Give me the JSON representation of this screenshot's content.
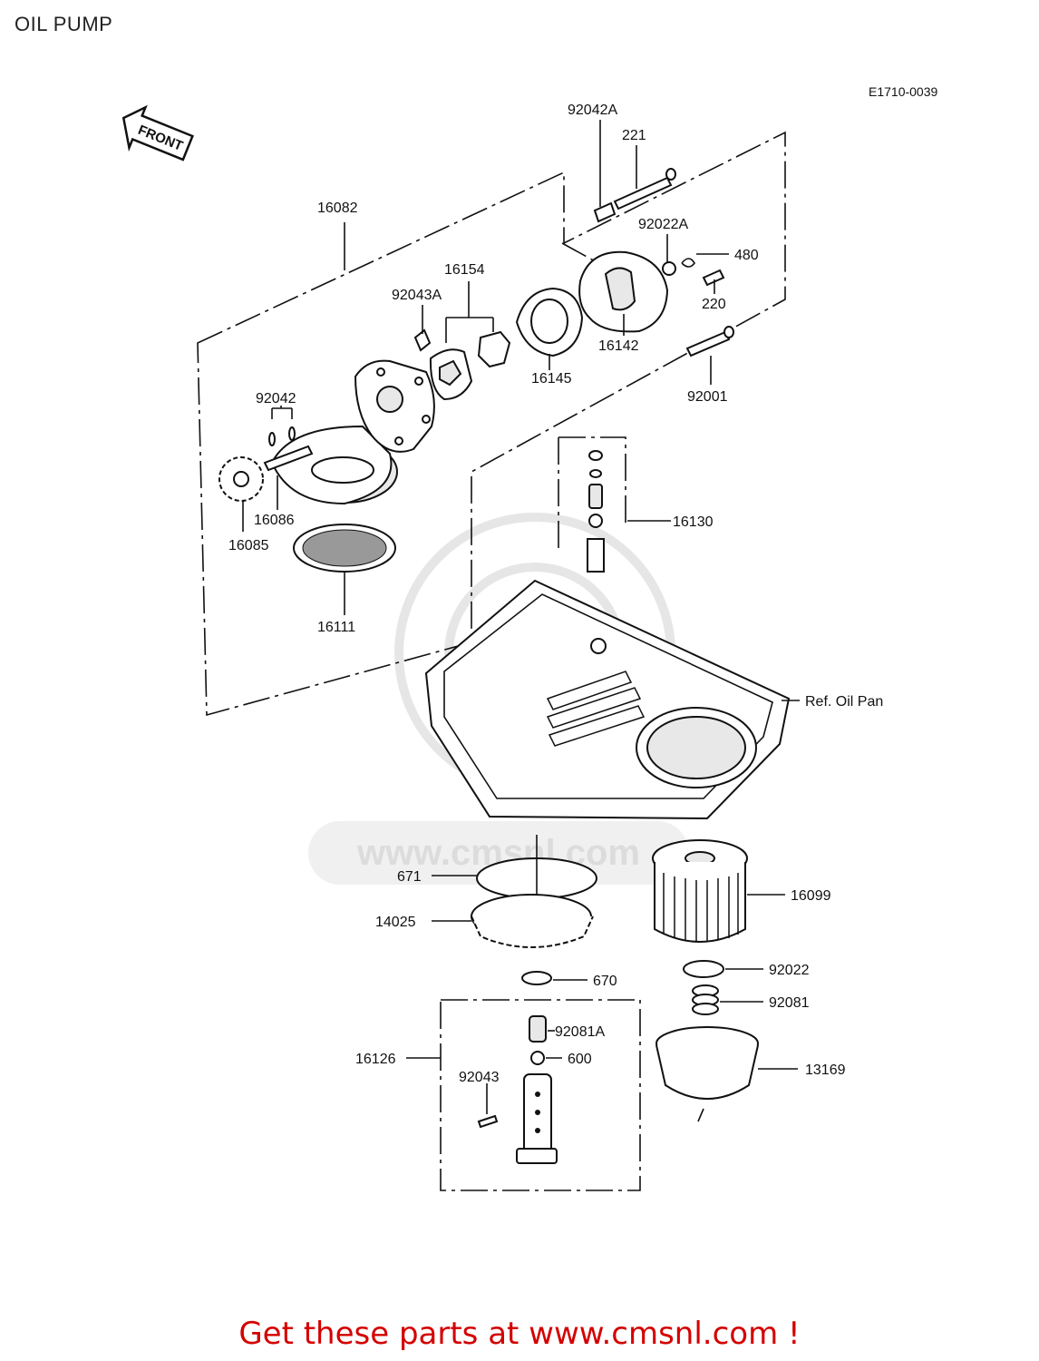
{
  "title": "OIL PUMP",
  "diagram_code": "E1710-0039",
  "front_label": "FRONT",
  "watermark": "www.cmsnl.com",
  "footer": "Get these parts at www.cmsnl.com !",
  "ref_label": "Ref. Oil Pan",
  "parts": {
    "p92042A": "92042A",
    "p221": "221",
    "p16082": "16082",
    "p92022A": "92022A",
    "p480": "480",
    "p220": "220",
    "p16154": "16154",
    "p92043A": "92043A",
    "p16142": "16142",
    "p16145": "16145",
    "p92001": "92001",
    "p92042": "92042",
    "p16086": "16086",
    "p16085": "16085",
    "p16130": "16130",
    "p16111": "16111",
    "p671": "671",
    "p16099": "16099",
    "p14025": "14025",
    "p92022": "92022",
    "p670": "670",
    "p92081": "92081",
    "p92081A": "92081A",
    "p16126": "16126",
    "p600": "600",
    "p13169": "13169",
    "p92043": "92043"
  }
}
